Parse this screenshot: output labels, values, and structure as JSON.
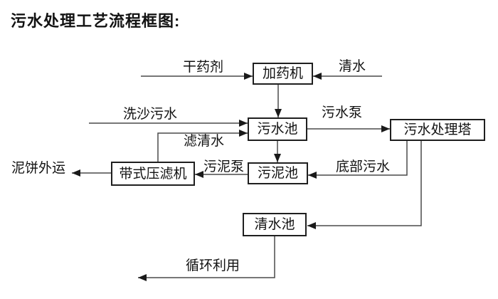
{
  "title": "污水处理工艺流程框图:",
  "nodes": {
    "dosing_machine": "加药机",
    "sewage_pool": "污水池",
    "treatment_tower": "污水处理塔",
    "sludge_pool": "污泥池",
    "belt_filter_press": "带式压滤机",
    "clean_water_pool": "清水池"
  },
  "labels": {
    "dry_agent": "干药剂",
    "clean_water": "清水",
    "sand_washing_sewage": "洗沙污水",
    "filtered_water": "滤清水",
    "sewage_pump": "污水泵",
    "sludge_pump": "污泥泵",
    "mud_cake_out": "泥饼外运",
    "bottom_sewage": "底部污水",
    "recycle_use": "循环利用"
  },
  "edges": [
    {
      "from": "dry_agent",
      "to": "dosing_machine"
    },
    {
      "from": "clean_water",
      "to": "dosing_machine"
    },
    {
      "from": "dosing_machine",
      "to": "sewage_pool"
    },
    {
      "from": "sand_washing_sewage",
      "to": "sewage_pool"
    },
    {
      "from": "belt_filter_press",
      "to": "sewage_pool",
      "label": "filtered_water"
    },
    {
      "from": "sewage_pool",
      "to": "treatment_tower",
      "label": "sewage_pump"
    },
    {
      "from": "sewage_pool",
      "to": "sludge_pool"
    },
    {
      "from": "treatment_tower",
      "to": "sludge_pool",
      "label": "bottom_sewage"
    },
    {
      "from": "sludge_pool",
      "to": "belt_filter_press",
      "label": "sludge_pump"
    },
    {
      "from": "belt_filter_press",
      "to": "mud_cake_out"
    },
    {
      "from": "treatment_tower",
      "to": "clean_water_pool"
    },
    {
      "from": "clean_water_pool",
      "to": "recycle_use"
    }
  ],
  "colors": {
    "background": "#ffffff",
    "line": "#4a4a4a",
    "arrow": "#1a1a1a",
    "box_border": "#1f1f1f",
    "text": "#121212"
  }
}
